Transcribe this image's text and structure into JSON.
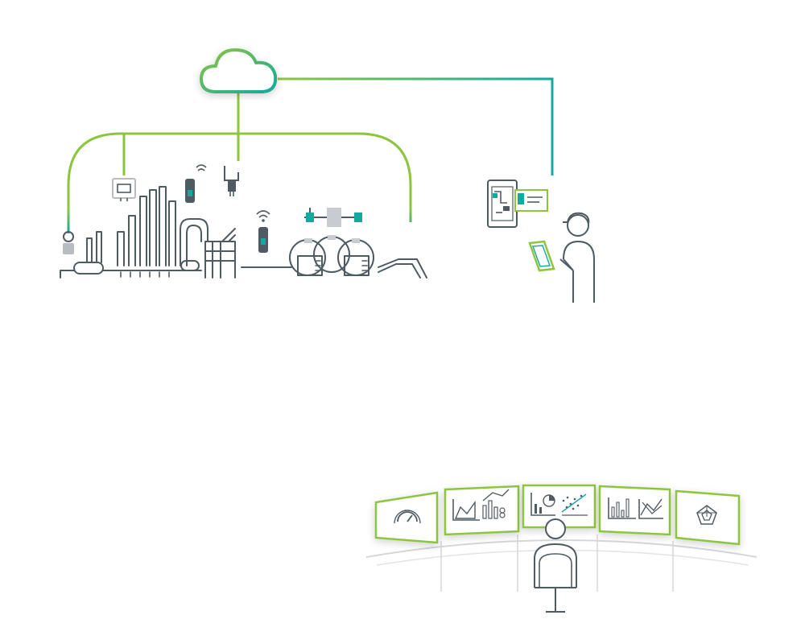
{
  "colors": {
    "green": "#8cc63f",
    "teal": "#13a9a0",
    "dark": "#4f5b63",
    "light_grey": "#c8ccd0",
    "device_fill": "#b8bcc0"
  },
  "icons": {
    "cloud": "cloud-icon",
    "plant": "industrial-plant-icon",
    "tablet": "tablet-icon",
    "field_worker": "field-worker-icon",
    "operator": "operator-icon",
    "gauge": "gauge-icon",
    "area_chart": "area-chart-icon",
    "pie_chart": "pie-chart-icon",
    "line_chart": "line-chart-icon",
    "radar_chart": "radar-chart-icon"
  },
  "monitors": [
    {
      "name": "monitor-gauge",
      "icon": "gauge-icon"
    },
    {
      "name": "monitor-area-chart",
      "icon": "area-chart-icon"
    },
    {
      "name": "monitor-pie-chart",
      "icon": "pie-chart-icon"
    },
    {
      "name": "monitor-line-chart",
      "icon": "line-chart-icon"
    },
    {
      "name": "monitor-radar-chart",
      "icon": "radar-chart-icon"
    }
  ]
}
